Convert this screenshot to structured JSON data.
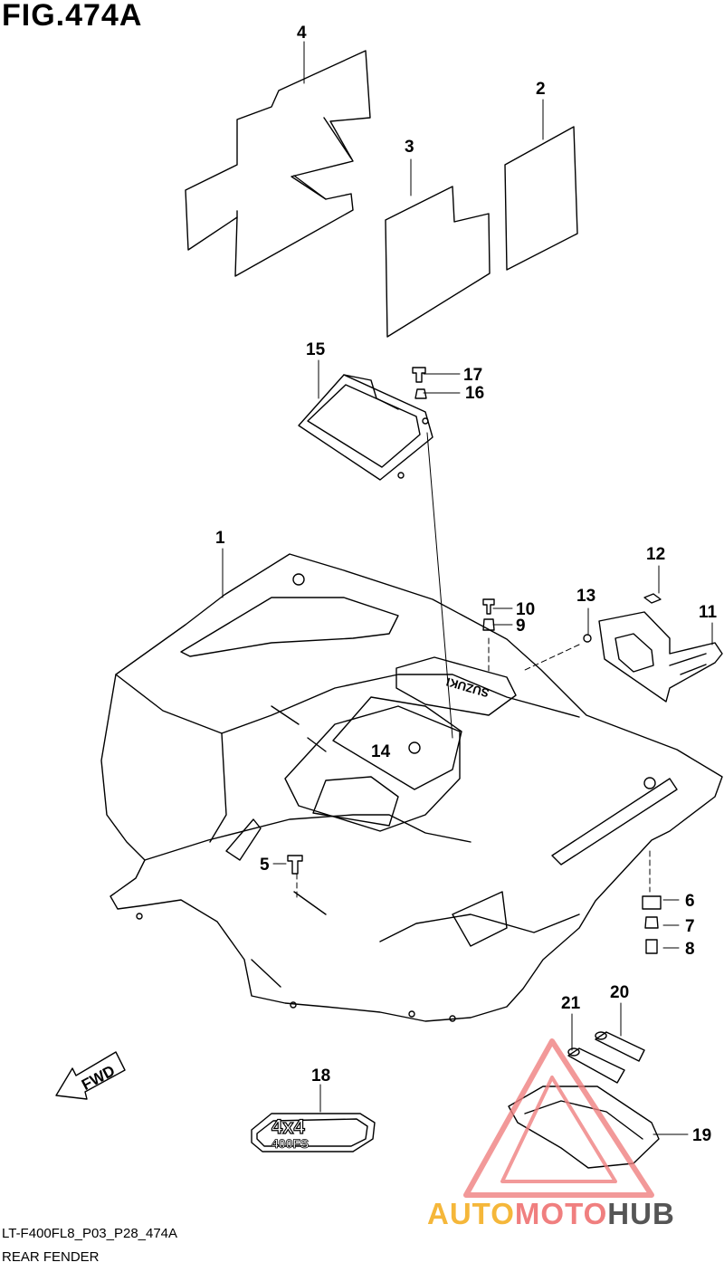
{
  "figure": {
    "title": "FIG.474A",
    "code": "LT-F400FL8_P03_P28_474A",
    "name": "REAR FENDER"
  },
  "part_callouts": [
    "1",
    "2",
    "3",
    "4",
    "5",
    "6",
    "7",
    "8",
    "9",
    "10",
    "11",
    "12",
    "13",
    "14",
    "15",
    "16",
    "17",
    "18",
    "19",
    "20",
    "21"
  ],
  "stamps": {
    "direction": "FWD",
    "decal_top": "4x4",
    "decal_bottom": "400FS",
    "brand": "SUZUKI"
  },
  "watermark": {
    "part1": "AUTO",
    "part2": "MOTO",
    "part3": "HUB",
    "colors": {
      "auto": "#f5b73a",
      "moto": "#f07f7f",
      "hub": "#555555",
      "triangle": "#f08080"
    }
  }
}
